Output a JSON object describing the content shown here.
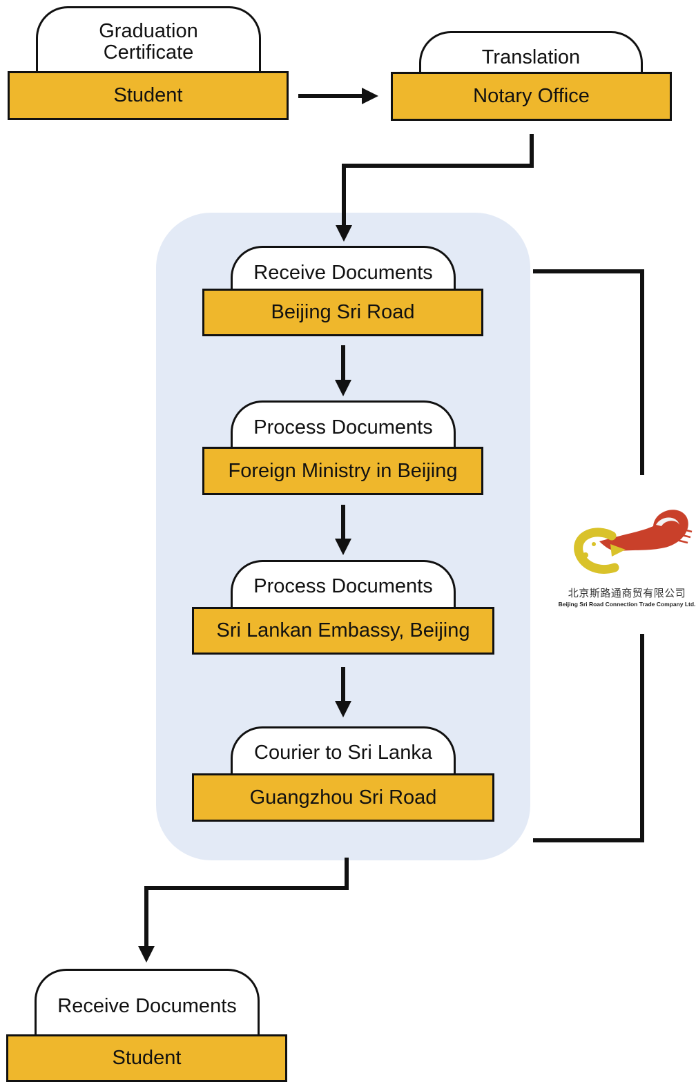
{
  "steps": {
    "start": {
      "tab": "Graduation\nCertificate",
      "bar": "Student"
    },
    "notary": {
      "tab": "Translation",
      "bar": "Notary Office"
    },
    "receive": {
      "tab": "Receive Documents",
      "bar": "Beijing Sri Road"
    },
    "ministry": {
      "tab": "Process Documents",
      "bar": "Foreign Ministry in Beijing"
    },
    "embassy": {
      "tab": "Process Documents",
      "bar": "Sri Lankan Embassy, Beijing"
    },
    "courier": {
      "tab": "Courier to Sri Lanka",
      "bar": "Guangzhou Sri Road"
    },
    "end": {
      "tab": "Receive Documents",
      "bar": "Student"
    }
  },
  "logo": {
    "chinese_name": "北京斯路通商贸有限公司",
    "english_name": "Beijing Sri Road Connection Trade Company Ltd."
  },
  "colors": {
    "step_fill": "#efb72c",
    "panel_fill": "#e3eaf6",
    "line": "#111111",
    "logo_red": "#c9402a",
    "logo_gold": "#d9c22a"
  }
}
